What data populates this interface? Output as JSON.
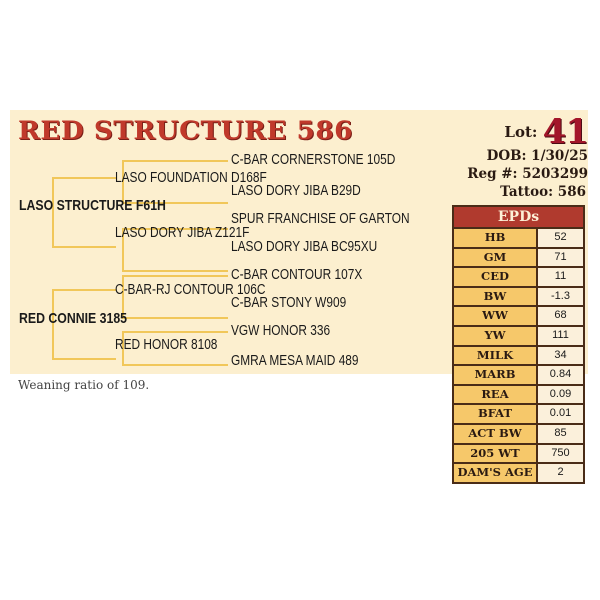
{
  "title": "RED STRUCTURE 586",
  "info": {
    "lot_label": "Lot:",
    "lot_number": "41",
    "dob": "DOB: 1/30/25",
    "reg": "Reg #:  5203299",
    "tattoo": "Tattoo:  586"
  },
  "pedigree": {
    "sire": "LASO STRUCTURE F61H",
    "sire_sire": "LASO FOUNDATION D168F",
    "sire_sire_sire": "C-BAR CORNERSTONE 105D",
    "sire_sire_dam": "LASO DORY JIBA B29D",
    "sire_dam": "LASO DORY JIBA Z121F",
    "sire_dam_sire": "SPUR FRANCHISE OF GARTON",
    "sire_dam_dam": "LASO DORY JIBA BC95XU",
    "dam": "RED CONNIE 3185",
    "dam_sire": "C-BAR-RJ CONTOUR 106C",
    "dam_sire_sire": "C-BAR CONTOUR 107X",
    "dam_sire_dam": "C-BAR STONY W909",
    "dam_dam": "RED HONOR 8108",
    "dam_dam_sire": "VGW HONOR 336",
    "dam_dam_dam": "GMRA MESA MAID 489"
  },
  "epd": {
    "header": "EPDs",
    "rows": [
      {
        "k": "HB",
        "v": "52"
      },
      {
        "k": "GM",
        "v": "71"
      },
      {
        "k": "CED",
        "v": "11"
      },
      {
        "k": "BW",
        "v": "-1.3"
      },
      {
        "k": "WW",
        "v": "68"
      },
      {
        "k": "YW",
        "v": "111"
      },
      {
        "k": "MILK",
        "v": "34"
      },
      {
        "k": "MARB",
        "v": "0.84"
      },
      {
        "k": "REA",
        "v": "0.09"
      },
      {
        "k": "BFAT",
        "v": "0.01"
      },
      {
        "k": "ACT BW",
        "v": "85"
      },
      {
        "k": "205 WT",
        "v": "750"
      },
      {
        "k": "DAM'S AGE",
        "v": "2"
      }
    ]
  },
  "note": "Weaning ratio of 109."
}
